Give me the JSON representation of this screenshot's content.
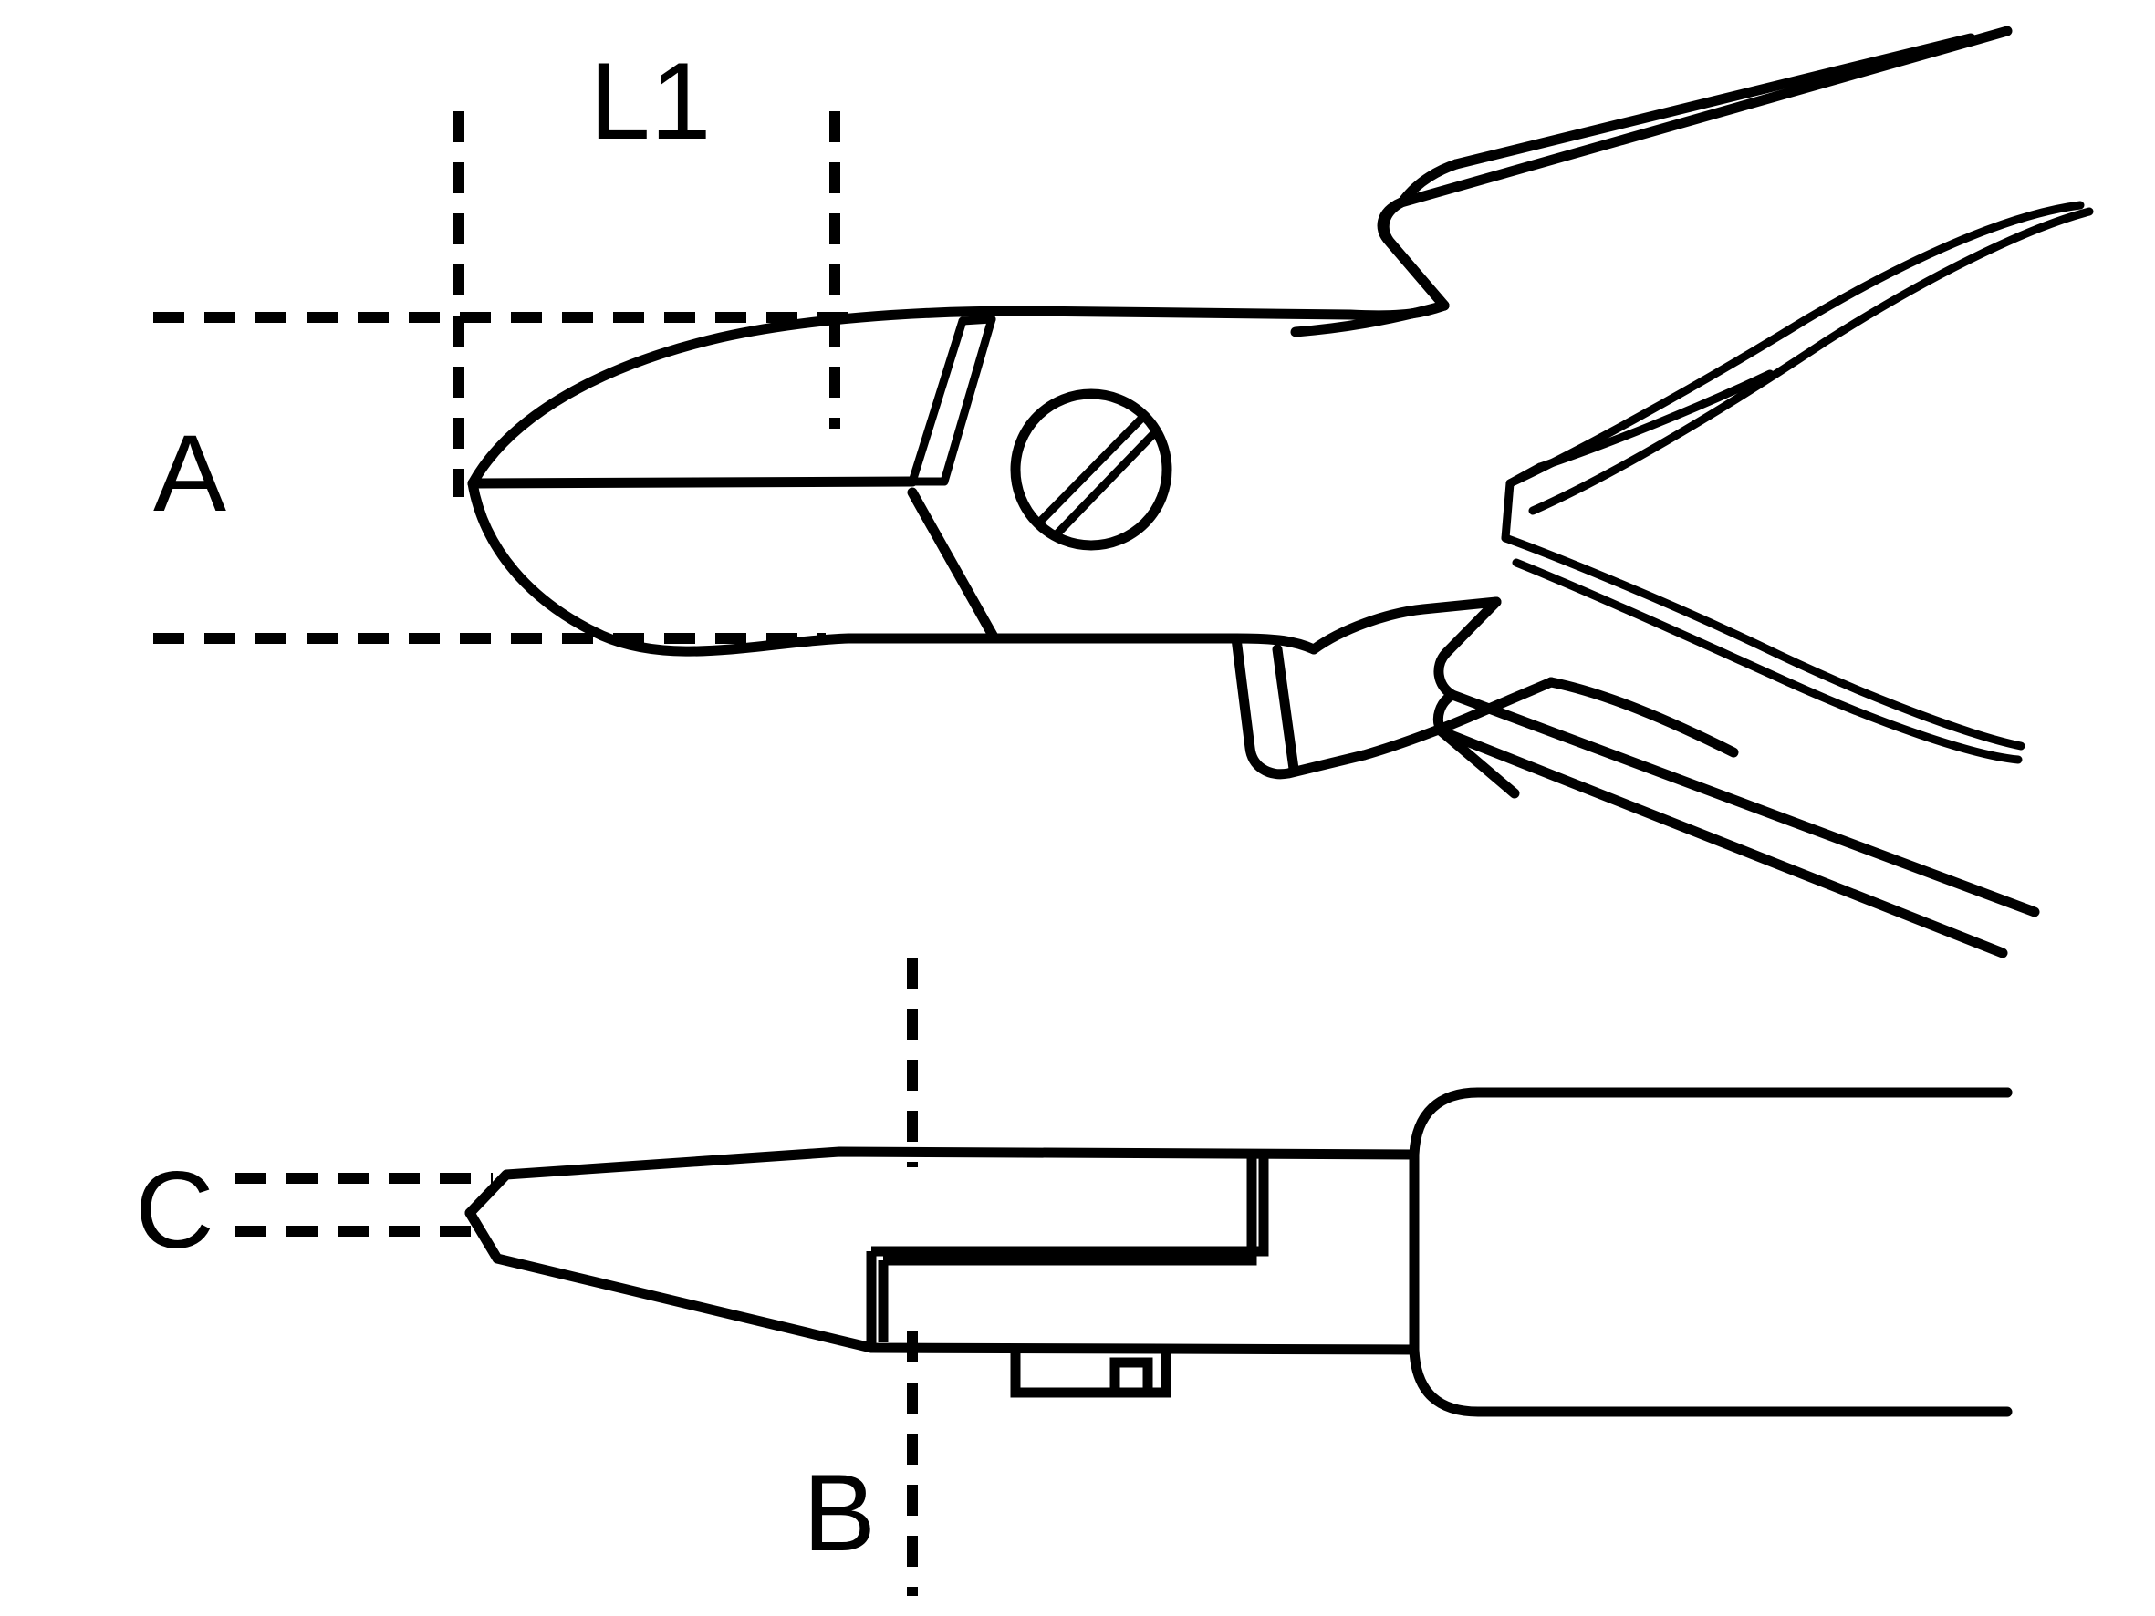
{
  "drawing": {
    "title": "Diagonal cutting nippers dimension drawing",
    "background_color": "#ffffff",
    "line_color": "#000000",
    "views": [
      {
        "name": "side-view",
        "description": "Side elevation of diagonal cutting nippers head with pivot screw, leaf spring and handles"
      },
      {
        "name": "top-view",
        "description": "Plan view of the nipper jaw showing tapered nose and handle block"
      }
    ],
    "labels": {
      "l1": "L1",
      "a": "A",
      "b": "B",
      "c": "C"
    },
    "dimension_lines": {
      "l1_extension_left": "vertical dashed extension line at left of L1 span",
      "l1_extension_right": "vertical dashed extension line at right of L1 span",
      "a_upper": "horizontal dashed line marking upper limit of dimension A",
      "a_lower": "horizontal dashed line marking lower limit of dimension A",
      "b_center": "vertical dashed centre line for dimension B",
      "c_upper": "upper horizontal dashed line for dimension C",
      "c_lower": "lower horizontal dashed line for dimension C"
    },
    "features": {
      "pivot_screw": "slotted pivot screw",
      "cutting_edge": "bevelled cutting edge",
      "leaf_spring": "V-shaped leaf return spring",
      "upper_handle": "upper handle grip",
      "lower_handle": "lower handle grip",
      "jaw_tip": "pointed jaw tip",
      "handle_block": "handle block in plan view",
      "locking_tab": "small locking tab"
    }
  }
}
